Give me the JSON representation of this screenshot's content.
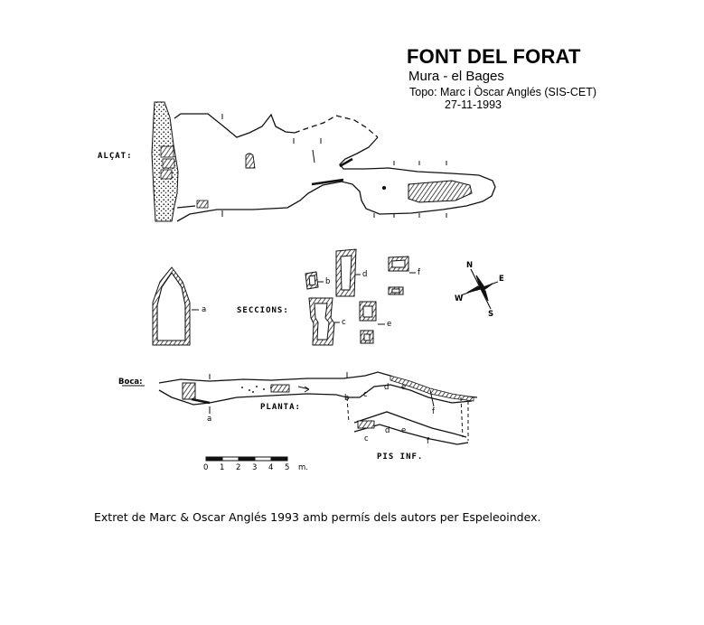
{
  "header": {
    "title": "FONT DEL FORAT",
    "location": "Mura - el Bages",
    "surveyors": "Topo: Marc i Òscar Anglés (SIS-CET)",
    "date": "27-11-1993"
  },
  "views": {
    "elevation_label": "ALÇAT:",
    "sections_label": "SECCIONS:",
    "plan_label": "PLANTA:",
    "lower_floor_label": "PIS INF.",
    "entrance_label": "Boca:"
  },
  "section_letters": [
    "a",
    "b",
    "c",
    "d",
    "e",
    "f"
  ],
  "compass": {
    "n": "N",
    "s": "S",
    "e": "E",
    "w": "W"
  },
  "scale_bar": {
    "ticks": [
      "0",
      "1",
      "2",
      "3",
      "4",
      "5"
    ],
    "unit": "m."
  },
  "footer": {
    "credit": "Extret de Marc & Oscar Anglés 1993 amb permís dels autors per Espeleoindex."
  }
}
